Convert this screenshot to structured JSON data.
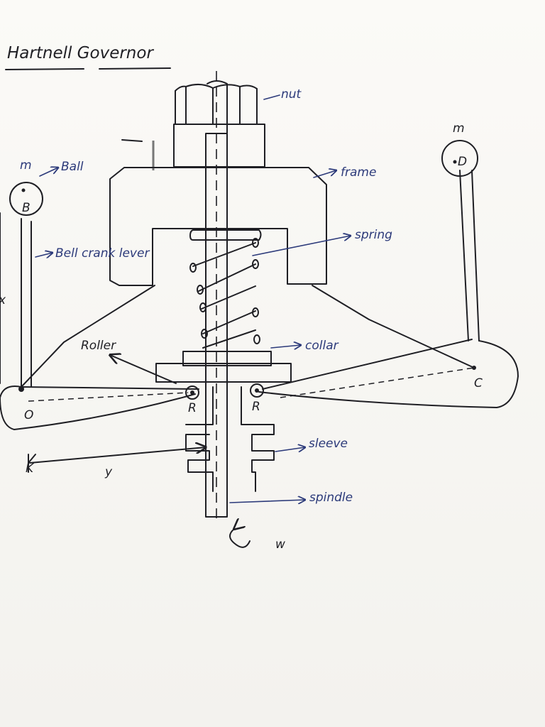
{
  "diagram": {
    "title": "Hartnell Governor",
    "labels": {
      "nut": "nut",
      "frame": "frame",
      "spring": "spring",
      "collar": "collar",
      "sleeve": "sleeve",
      "spindle": "spindle",
      "ball": "Ball",
      "bell_crank_lever": "Bell crank lever",
      "roller": "Roller",
      "mass_left": "m",
      "mass_right": "m",
      "point_b": "B",
      "point_d": "D",
      "point_o": "O",
      "point_c": "C",
      "point_r_left": "R",
      "point_r_right": "R",
      "point_k": "K",
      "dim_x": "x",
      "dim_y": "y",
      "omega": "w"
    }
  }
}
